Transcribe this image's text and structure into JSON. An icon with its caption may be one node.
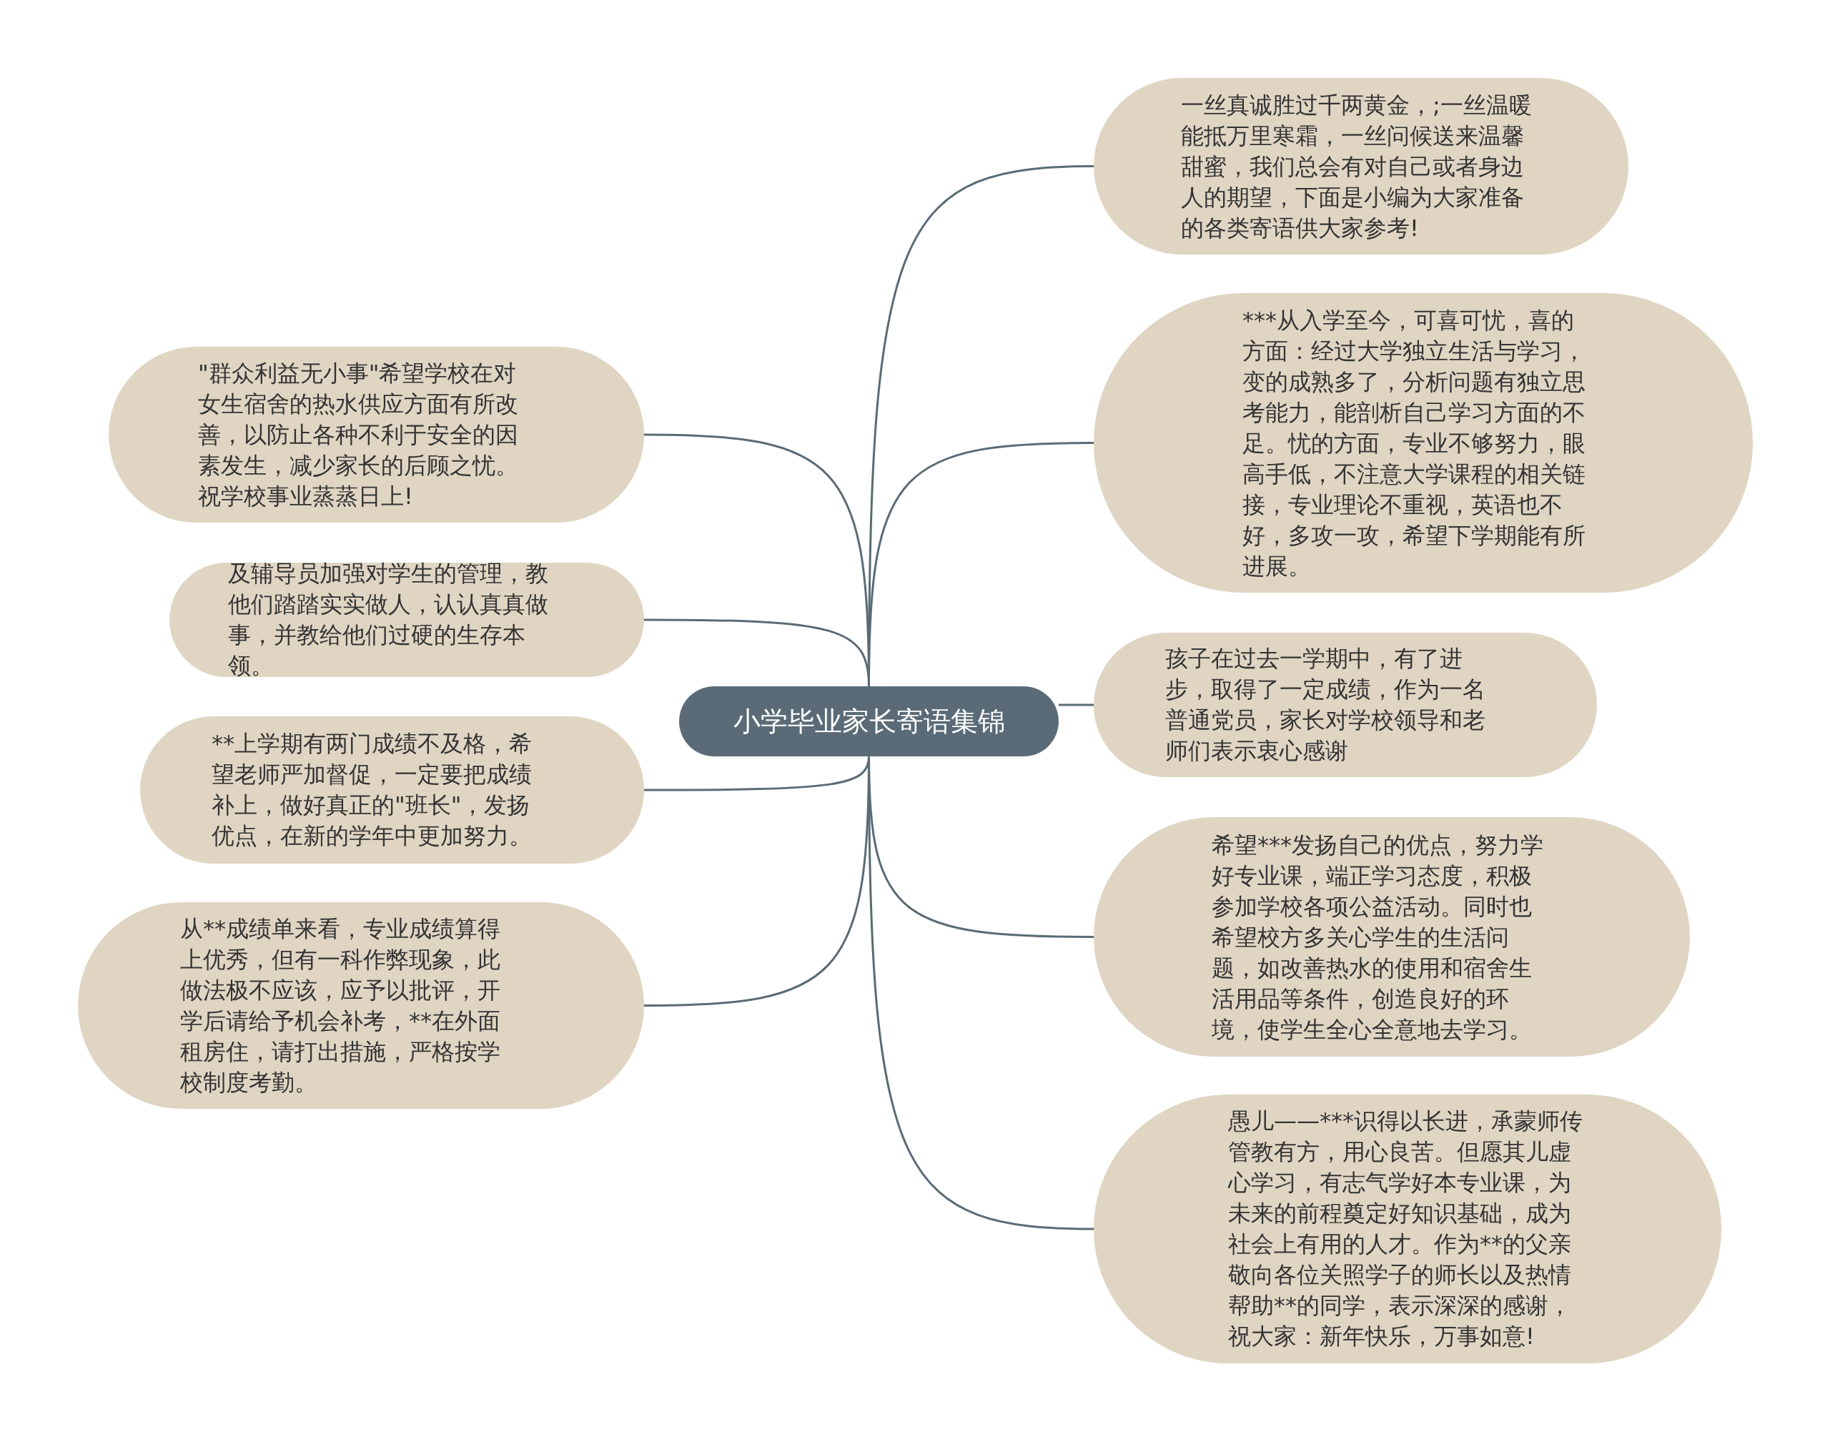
{
  "diagram": {
    "nodes": [
      {
        "text": [
          "小学毕业家长寄语集锦"
        ]
      },
      {
        "text": [
          "一丝真诚胜过千两黄金，;一丝温暖能抵万里寒霜，一丝问候送来温馨甜蜜，我们总会有对自己或者身边人的期望，下面是小编为大家准备的各类寄语供大家参考!"
        ]
      },
      {
        "text": [
          "***从入学至今，可喜可忧，喜的方面：经过大学独立生活与学习，变的成熟多了，分析问题有独立思考能力，能剖析自己学习方面的不足。忧的方面，专业不够努力，眼高手低，不注意大学课程的相关链接，专业理论不重视，英语也不好，多攻一攻，希望下学期能有所进展。"
        ]
      },
      {
        "text": [
          "孩子在过去一学期中，有了进步，取得了一定成绩，作为一名普通党员，家长对学校领导和老师们表示衷心感谢"
        ]
      },
      {
        "text": [
          "希望***发扬自己的优点，努力学好专业课，端正学习态度，积极参加学校各项公益活动。同时也希望校方多关心学生的生活问题，如改善热水的使用和宿舍生活用品等条件，创造良好的环境，使学生全心全意地去学习。"
        ]
      },
      {
        "text": [
          "愚儿——***识得以长进，承蒙师传管教有方，用心良苦。但愿其儿虚心学习，有志气学好本专业课，为未来的前程奠定好知识基础，成为社会上有用的人才。作为**的父亲敬向各位关照学子的师长以及热情帮助**的同学，表示深深的感谢，祝大家：新年快乐，万事如意!"
        ]
      },
      {
        "text": [
          "\"群众利益无小事\"希望学校在对女生宿舍的热水供应方面有所改善，以防止各种不利于安全的因素发生，减少家长的后顾之忧。祝学校事业蒸蒸日上!"
        ]
      },
      {
        "text": [
          "及辅导员加强对学生的管理，教他们踏踏实实做人，认认真真做事，并教给他们过硬的生存本领。"
        ]
      },
      {
        "text": [
          "**上学期有两门成绩不及格，希望老师严加督促，一定要把成绩补上，做好真正的\"班长\"，发扬优点，在新的学年中更加努力。"
        ]
      },
      {
        "text": [
          "从**成绩单来看，专业成绩算得上优秀，但有一科作弊现象，此做法极不应该，应予以批评，开学后请给予机会补考，**在外面租房住，请打出措施，严格按学校制度考勤。"
        ]
      }
    ],
    "edges": [
      {
        "from": 0,
        "to": 1,
        "arrow": "none"
      },
      {
        "from": 0,
        "to": 2,
        "arrow": "none"
      },
      {
        "from": 0,
        "to": 3,
        "arrow": "none"
      },
      {
        "from": 0,
        "to": 4,
        "arrow": "none"
      },
      {
        "from": 0,
        "to": 5,
        "arrow": "none"
      },
      {
        "from": 0,
        "to": 6,
        "arrow": "none"
      },
      {
        "from": 0,
        "to": 7,
        "arrow": "none"
      },
      {
        "from": 0,
        "to": 8,
        "arrow": "none"
      },
      {
        "from": 0,
        "to": 9,
        "arrow": "none"
      }
    ]
  }
}
